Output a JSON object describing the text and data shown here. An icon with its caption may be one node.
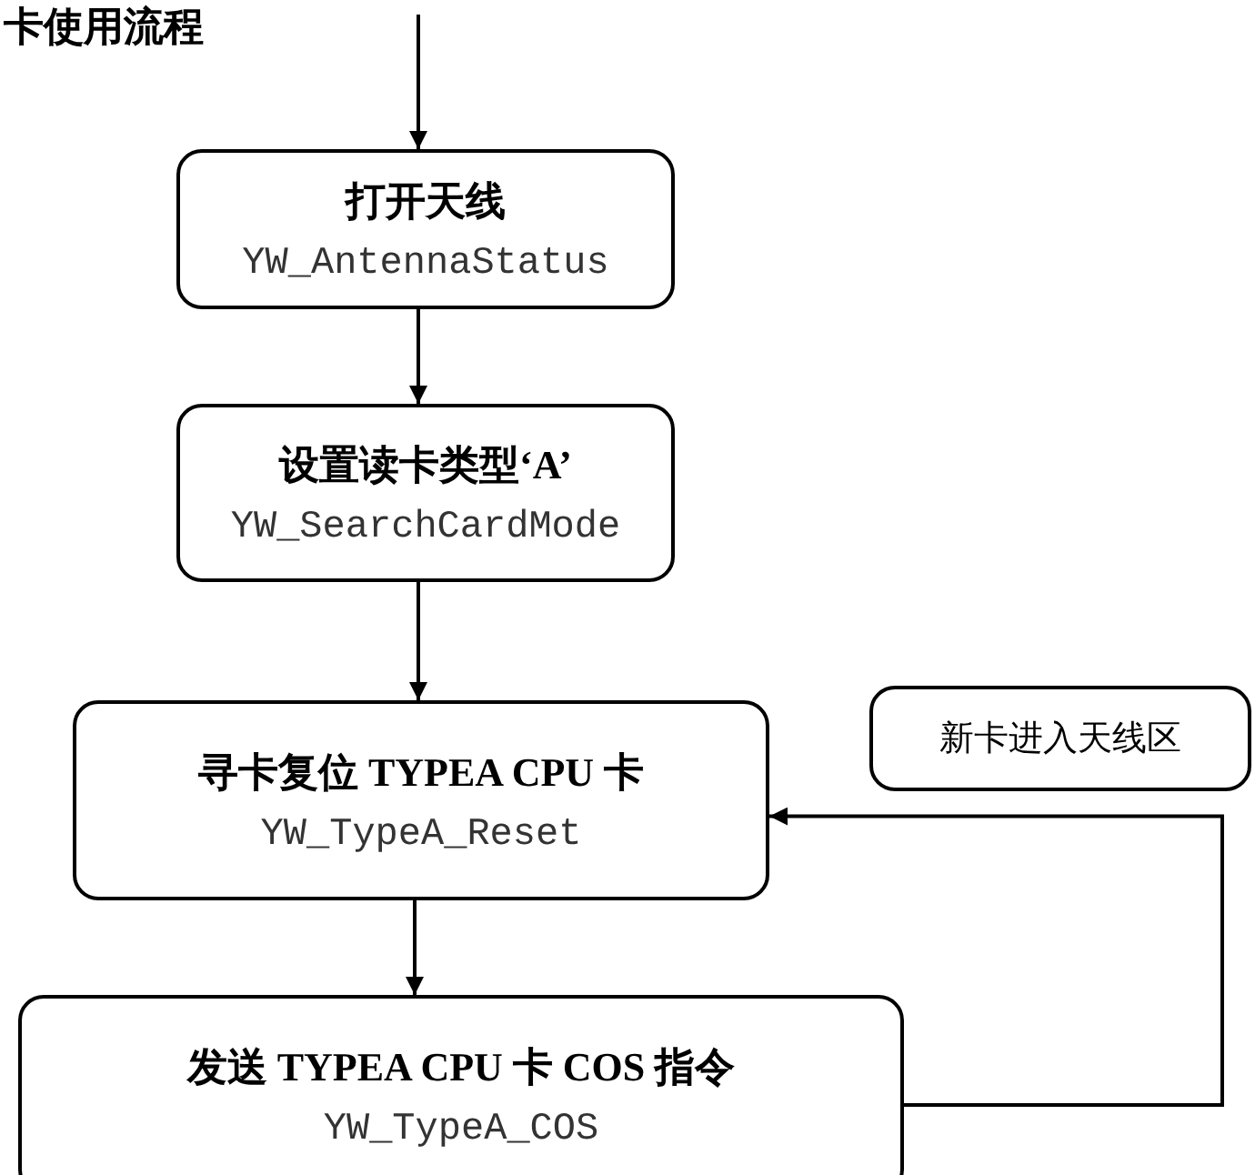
{
  "diagram": {
    "title": "卡使用流程",
    "nodes": [
      {
        "text": [
          "打开天线",
          "YW_AntennaStatus"
        ]
      },
      {
        "text": [
          "设置读卡类型‘A’",
          "YW_SearchCardMode"
        ]
      },
      {
        "text": [
          "寻卡复位 TYPEA CPU 卡",
          "YW_TypeA_Reset"
        ]
      },
      {
        "text": [
          "新卡进入天线区"
        ]
      },
      {
        "text": [
          "发送 TYPEA CPU 卡 COS 指令",
          "YW_TypeA_COS"
        ]
      }
    ],
    "edges": [
      {
        "from": null,
        "to": 0,
        "arrow": "to"
      },
      {
        "from": 0,
        "to": 1,
        "arrow": "to"
      },
      {
        "from": 1,
        "to": 2,
        "arrow": "to"
      },
      {
        "from": 2,
        "to": 4,
        "arrow": "to"
      },
      {
        "from": 4,
        "to": 2,
        "arrow": "to"
      }
    ]
  }
}
